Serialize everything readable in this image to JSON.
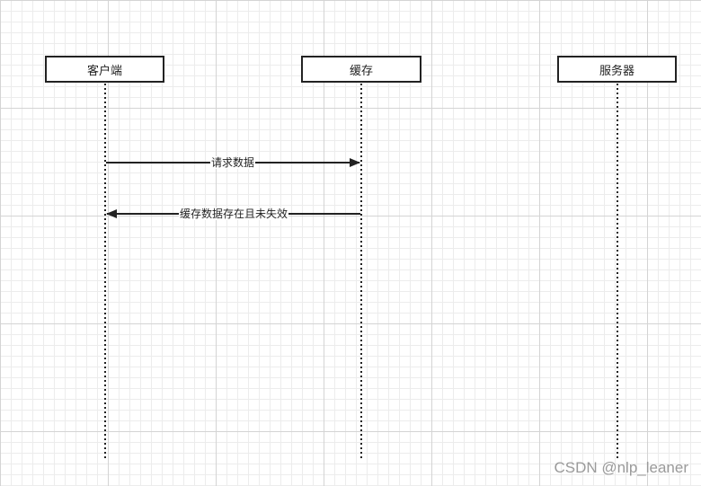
{
  "participants": {
    "client": "客户端",
    "cache": "缓存",
    "server": "服务器"
  },
  "messages": {
    "request": "请求数据",
    "response": "缓存数据存在且未失效"
  },
  "watermark": "CSDN @nlp_leaner",
  "colors": {
    "line": "#222222",
    "grid_major": "#d4d4d4",
    "grid_minor": "#ececec",
    "watermark": "#9a9a9a"
  }
}
